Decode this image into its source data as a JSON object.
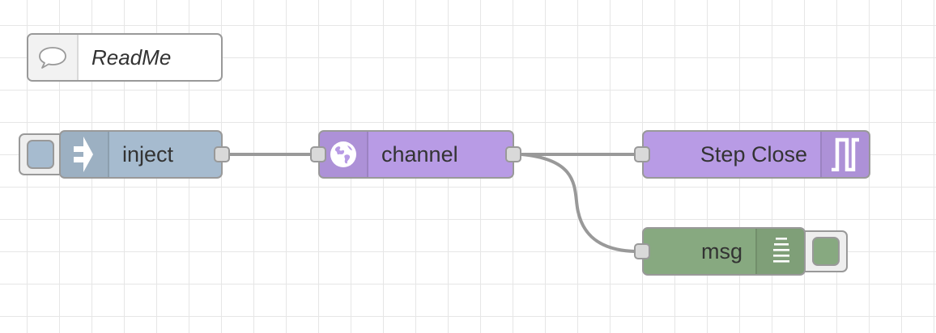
{
  "flow": {
    "comment": {
      "label": "ReadMe",
      "icon": "comment-icon"
    },
    "inject": {
      "label": "inject",
      "icon": "arrow-in-icon",
      "color": "#a6bbcf"
    },
    "channel": {
      "label": "channel",
      "icon": "globe-icon",
      "color": "#b89be5"
    },
    "step_close": {
      "label": "Step Close",
      "icon": "step-function-icon",
      "color": "#b89be5"
    },
    "debug": {
      "label": "msg",
      "icon": "debug-list-icon",
      "color": "#87a980"
    }
  },
  "colors": {
    "grid": "#e6e6e6",
    "wire": "#999999",
    "node_border": "#999999",
    "port_fill": "#d9d9d9",
    "comment_bg": "#ffffff"
  }
}
